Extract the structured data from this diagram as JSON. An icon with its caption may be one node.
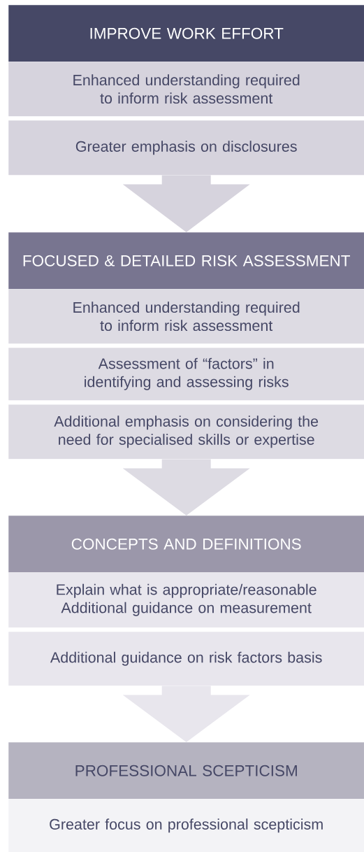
{
  "diagram": {
    "nodes": [
      {
        "text": [
          "IMPROVE WORK EFFORT"
        ]
      },
      {
        "text": [
          "Enhanced understanding required to inform risk assessment"
        ]
      },
      {
        "text": [
          "Greater emphasis on disclosures"
        ]
      },
      {
        "text": [
          "FOCUSED & DETAILED RISK ASSESSMENT"
        ]
      },
      {
        "text": [
          "Enhanced understanding required to inform risk assessment"
        ]
      },
      {
        "text": [
          "Assessment of “factors” in identifying and assessing risks"
        ]
      },
      {
        "text": [
          "Additional emphasis on considering the need for specialised skills or expertise"
        ]
      },
      {
        "text": [
          "CONCEPTS AND DEFINITIONS"
        ]
      },
      {
        "text": [
          "Explain what is appropriate/reasonable Additional guidance on measurement"
        ]
      },
      {
        "text": [
          "Additional guidance on risk factors basis"
        ]
      },
      {
        "text": [
          "PROFESSIONAL SCEPTICISM"
        ]
      },
      {
        "text": [
          "Greater focus on professional scepticism"
        ]
      }
    ],
    "edges": [
      {
        "from": 2,
        "to": 3,
        "arrow": "to"
      },
      {
        "from": 6,
        "to": 7,
        "arrow": "to"
      },
      {
        "from": 9,
        "to": 10,
        "arrow": "to"
      }
    ]
  }
}
